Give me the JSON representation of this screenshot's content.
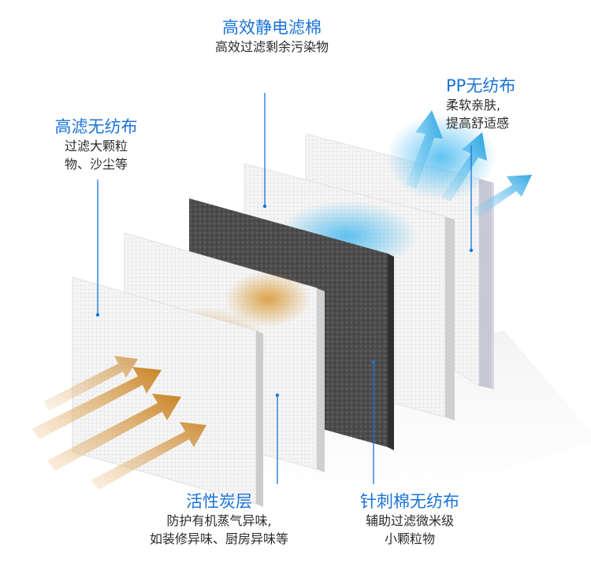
{
  "colors": {
    "title_blue": "#1a73d9",
    "text_dark": "#2b2b2b",
    "airflow_orange": "#d99a3a",
    "airflow_blue": "#2aa8e6",
    "carbon_gray": "#4a4a4a"
  },
  "layers": [
    {
      "title": "高滤无纺布",
      "desc_lines": [
        "过滤大颗粒",
        "物、沙尘等"
      ]
    },
    {
      "title": "活性炭层",
      "desc_lines": [
        "防护有机蒸气异味,",
        "如装修异味、厨房异味等"
      ]
    },
    {
      "title": "高效静电滤棉",
      "desc_lines": [
        "高效过滤剩余污染物"
      ]
    },
    {
      "title": "针刺棉无纺布",
      "desc_lines": [
        "辅助过滤微米级",
        "小颗粒物"
      ]
    },
    {
      "title": "PP无纺布",
      "desc_lines": [
        "柔软亲肤,",
        "提高舒适感"
      ]
    }
  ]
}
